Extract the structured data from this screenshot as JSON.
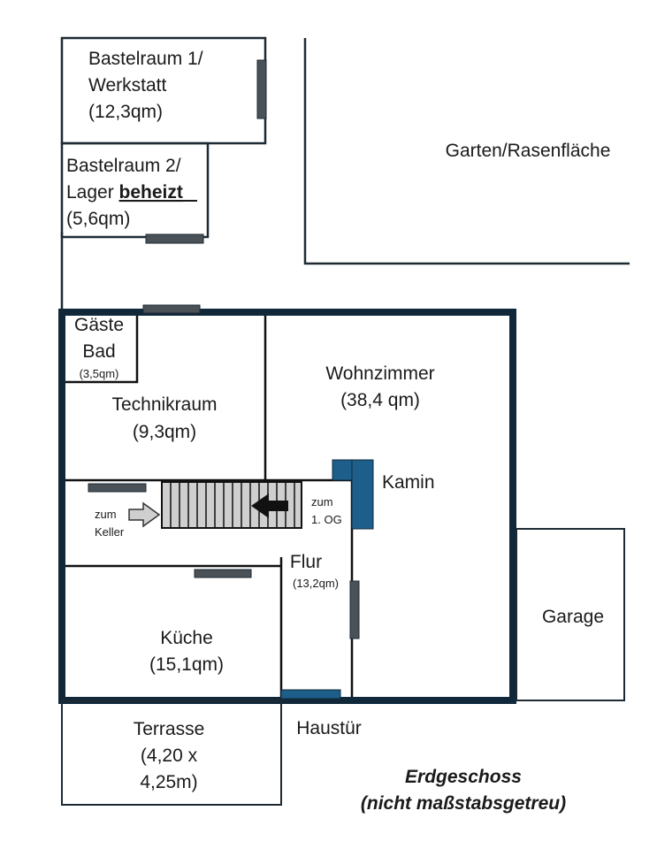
{
  "rooms": {
    "bastelraum1": {
      "line1": "Bastelraum 1/",
      "line2": "Werkstatt",
      "area": "(12,3qm)"
    },
    "bastelraum2": {
      "line1": "Bastelraum 2/",
      "line2_prefix": "Lager ",
      "line2_bold": "beheizt",
      "area": "(5,6qm)"
    },
    "garten": {
      "label": "Garten/Rasenfläche"
    },
    "gaestebad": {
      "line1": "Gäste",
      "line2": "Bad",
      "area": "(3,5qm)"
    },
    "technikraum": {
      "label": "Technikraum",
      "area": "(9,3qm)"
    },
    "wohnzimmer": {
      "label": "Wohnzimmer",
      "area": "(38,4 qm)"
    },
    "kamin": {
      "label": "Kamin"
    },
    "flur": {
      "label": "Flur",
      "area": "(13,2qm)"
    },
    "kueche": {
      "label": "Küche",
      "area": "(15,1qm)"
    },
    "garage": {
      "label": "Garage"
    },
    "terrasse": {
      "line1": "Terrasse",
      "line2": "(4,20 x",
      "line3": "4,25m)"
    }
  },
  "stairs": {
    "down_line1": "zum",
    "down_line2": "Keller",
    "up_line1": "zum",
    "up_line2": "1. OG"
  },
  "haustuer": "Haustür",
  "caption": {
    "line1": "Erdgeschoss",
    "line2": "(nicht maßstabsgetreu)"
  },
  "colors": {
    "wall": "#10283a",
    "window": "#4a5258",
    "accent": "#1d5f8a"
  }
}
